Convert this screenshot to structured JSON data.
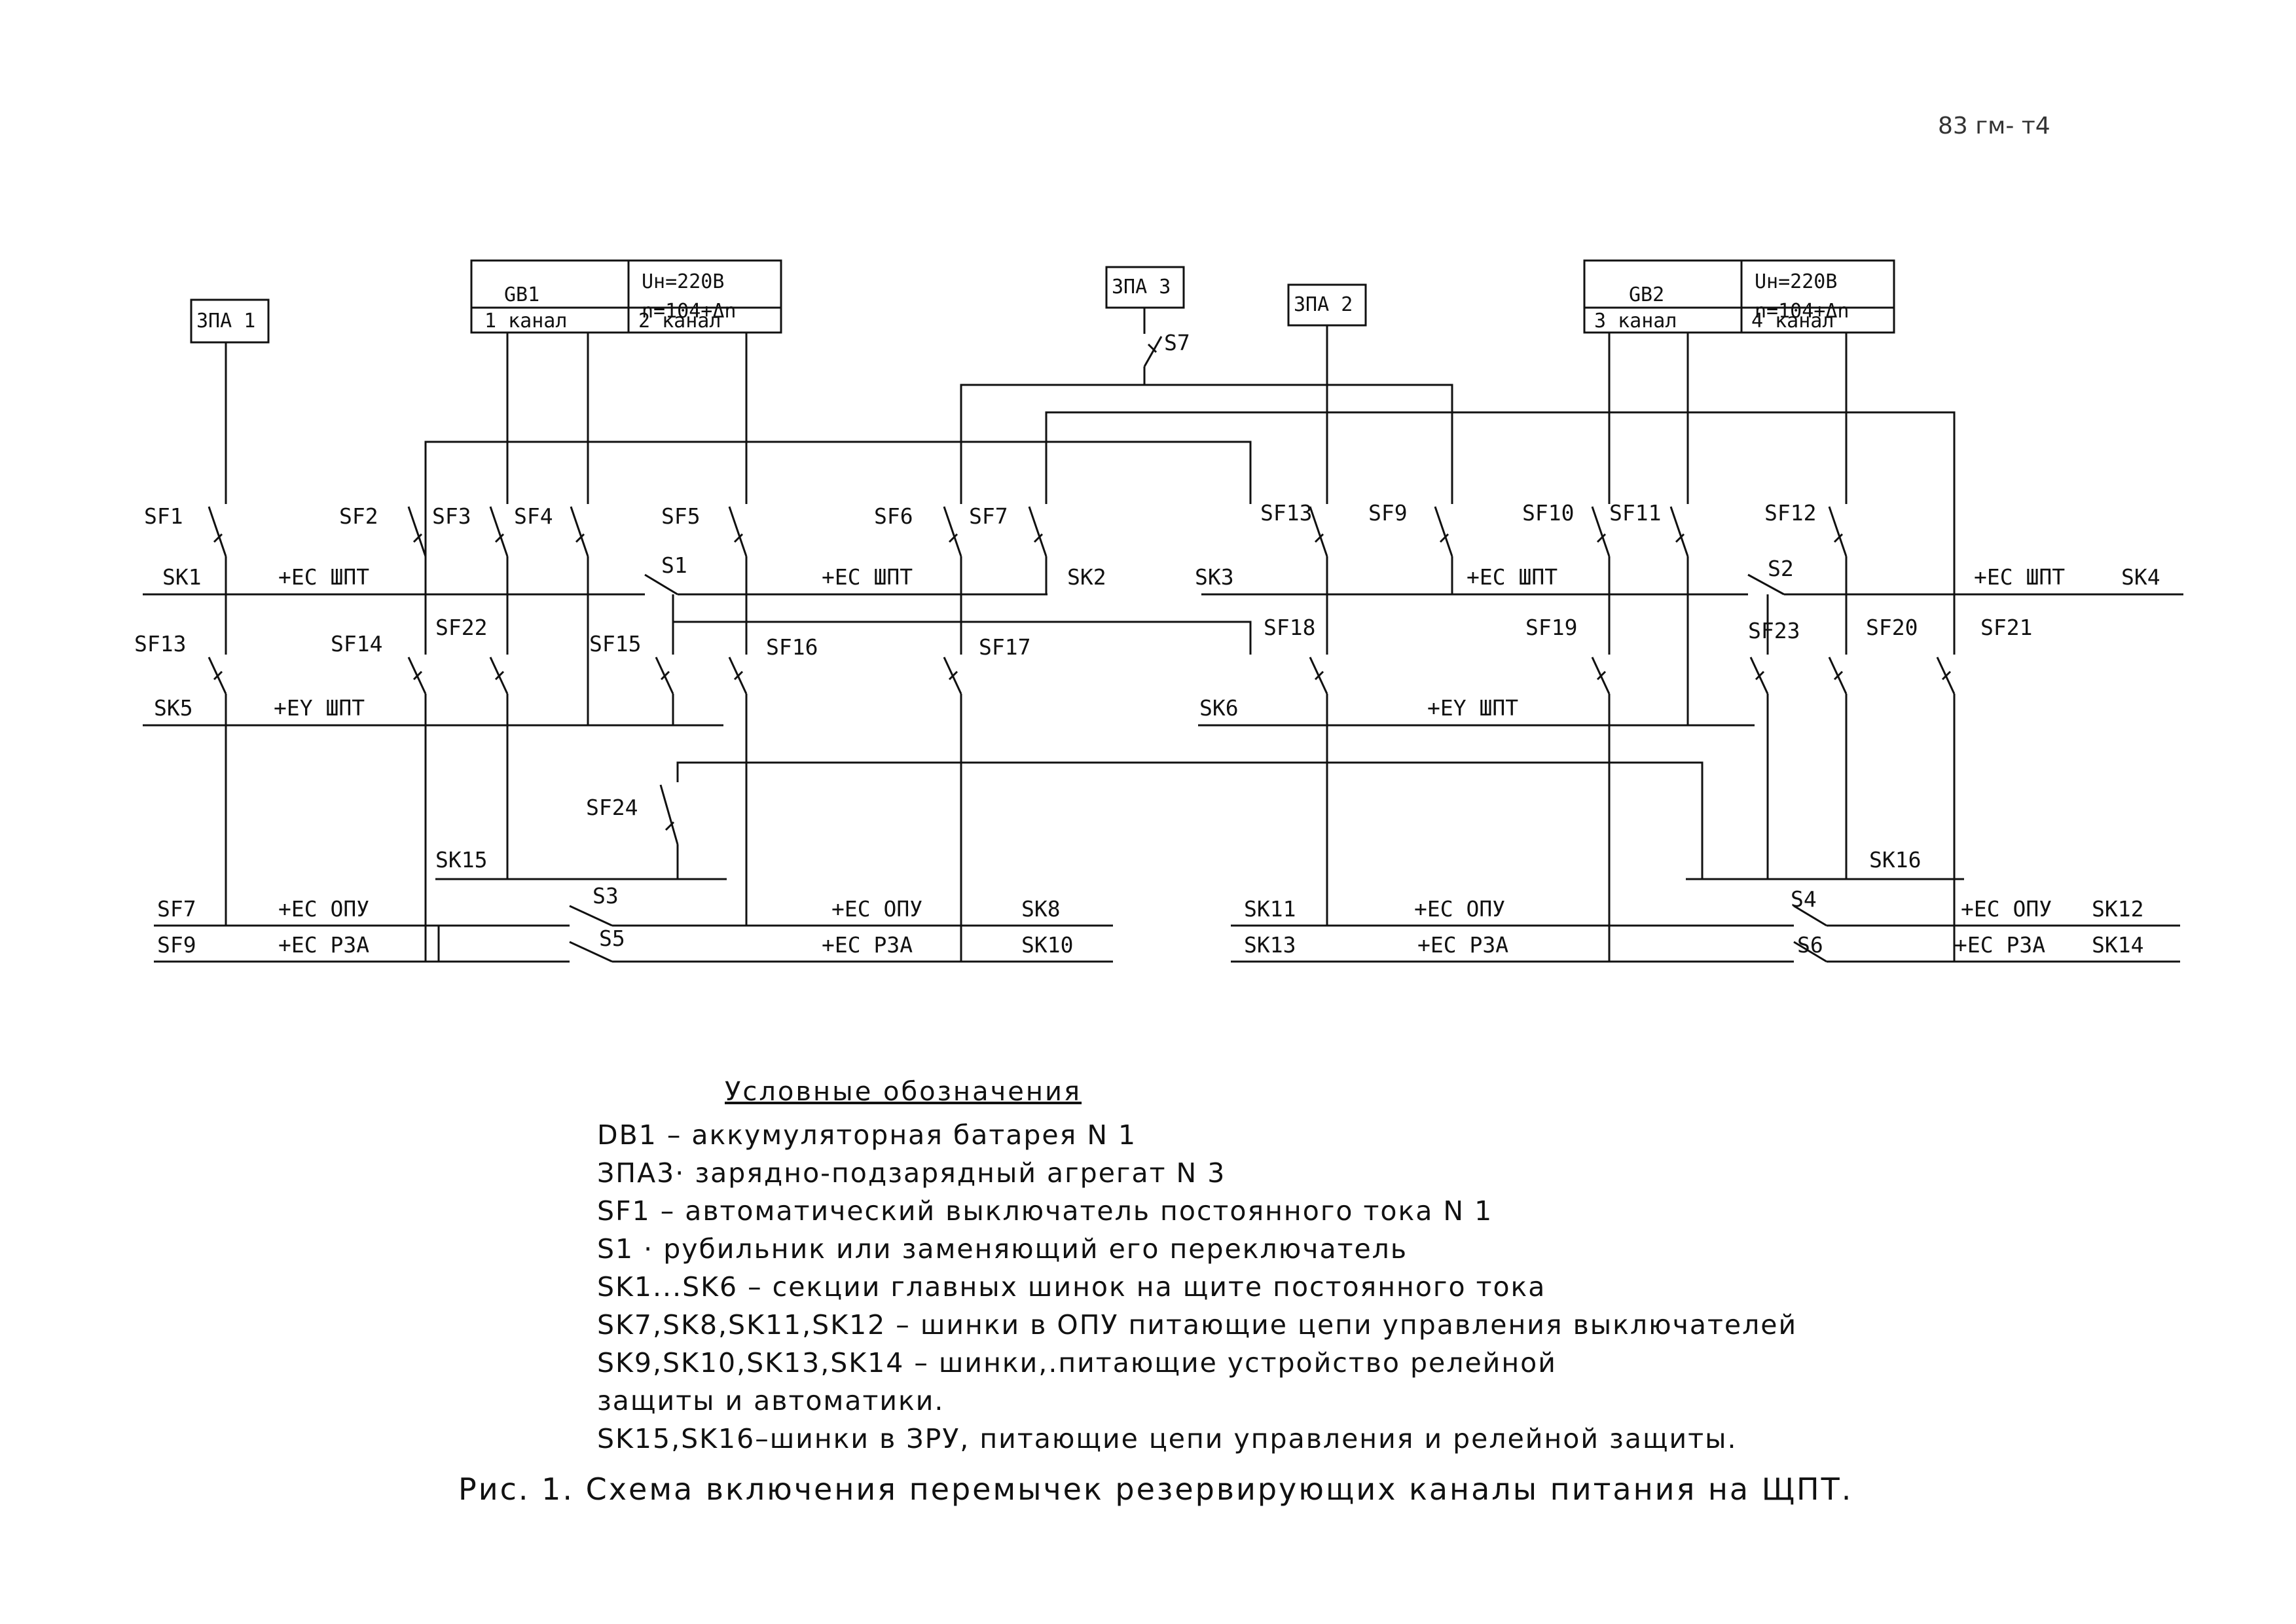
{
  "doc_code": "83 гм- т4",
  "boxes": {
    "gb1": {
      "name": "GB1",
      "voltage": "Uн=220В",
      "count": "n=104+Δn",
      "channel_a": "1 канал",
      "channel_b": "2 канал"
    },
    "gb2": {
      "name": "GB2",
      "voltage": "Uн=220В",
      "count": "n=104+Δn",
      "channel_a": "3 канал",
      "channel_b": "4 канал"
    },
    "zpa1": "ЗПА 1",
    "zpa2": "ЗПА 2",
    "zpa3": "ЗПА 3"
  },
  "switch_labels": {
    "sf1": "SF1",
    "sf2": "SF2",
    "sf3": "SF3",
    "sf4": "SF4",
    "sf5": "SF5",
    "sf6": "SF6",
    "sf7": "SF7",
    "sf9": "SF9",
    "sf10": "SF10",
    "sf11": "SF11",
    "sf12": "SF12",
    "sf13top": "SF13",
    "sf13": "SF13",
    "sf14": "SF14",
    "sf15": "SF15",
    "sf16": "SF16",
    "sf17": "SF17",
    "sf18": "SF18",
    "sf19": "SF19",
    "sf20": "SF20",
    "sf21": "SF21",
    "sf22": "SF22",
    "sf23": "SF23",
    "sf24": "SF24",
    "s1": "S1",
    "s2": "S2",
    "s3": "S3",
    "s4": "S4",
    "s5": "S5",
    "s6": "S6",
    "s7": "S7"
  },
  "bus_labels": {
    "sk1": "SK1",
    "sk2": "SK2",
    "sk3": "SK3",
    "sk4": "SK4",
    "sk5": "SK5",
    "sk6": "SK6",
    "sk8": "SK8",
    "sk10": "SK10",
    "sk11": "SK11",
    "sk12": "SK12",
    "sk13": "SK13",
    "sk14": "SK14",
    "sk15": "SK15",
    "sk16": "SK16",
    "sf7_bus": "SF7",
    "sf9_bus": "SF9",
    "ec_shpt": "+EC ШПТ",
    "ey_shpt": "+EY ШПТ",
    "ec_opu": "+EC ОПУ",
    "ec_rza": "+EC РЗА"
  },
  "legend": {
    "title": "Условные обозначения",
    "items": [
      "DB1 – аккумуляторная батарея N 1",
      "ЗПА3· зарядно-подзарядный агрегат N 3",
      "SF1 – автоматический выключатель постоянного тока N 1",
      "S1 · рубильник или заменяющий его переключатель",
      "SK1...SK6 – секции главных шинок на щите постоянного тока",
      "SK7,SK8,SK11,SK12 – шинки в ОПУ питающие цепи управления выключателей",
      "SK9,SK10,SK13,SK14 – шинки,.питающие устройство релейной",
      "защиты и автоматики.",
      "SK15,SK16–шинки в ЗРУ, питающие цепи управления и релейной защиты."
    ]
  },
  "caption": "Рис. 1. Схема включения перемычек резервирующих каналы питания на ЩПТ."
}
